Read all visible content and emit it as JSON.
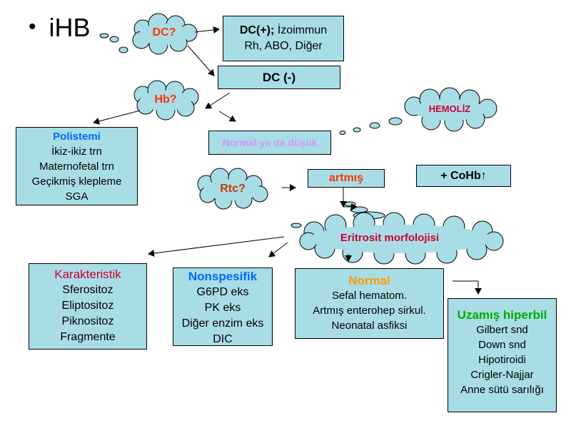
{
  "heading": {
    "bullet": "•",
    "text": "iHB"
  },
  "clouds": {
    "dc": "DC?",
    "hb": "Hb?",
    "rtc": "Rtc?",
    "hemoliz": "HEMOLİZ",
    "eritrosit": "Eritrosit morfolojisi"
  },
  "boxes": {
    "dc_pos": {
      "title": "DC(+);",
      "lines": [
        "İzoimmun",
        "Rh, ABO, Diğer"
      ]
    },
    "dc_neg": {
      "title": "DC (-)"
    },
    "polistemi": {
      "title": "Polistemi",
      "lines": [
        "İkiz-ikiz trn",
        "Maternofetal trn",
        "Geçikmiş klepleme",
        "SGA"
      ]
    },
    "normal_dusuk": {
      "title": "Normal ya da düşük"
    },
    "artmis": {
      "title": "artmış"
    },
    "cohb": {
      "title": "+ CoHb↑"
    },
    "karakteristik": {
      "title": "Karakteristik",
      "lines": [
        "Sferositoz",
        "Eliptositoz",
        "Piknositoz",
        "Fragmente"
      ]
    },
    "nonspesifik": {
      "title": "Nonspesifik",
      "lines": [
        "G6PD eks",
        "PK eks",
        "Diğer enzim eks",
        "DIC"
      ]
    },
    "normal": {
      "title": "Normal",
      "lines": [
        "Sefal hematom.",
        "Artmış enterohep sirkul.",
        "Neonatal asfiksi"
      ]
    },
    "uzamis": {
      "title": "Uzamış hiperbil",
      "lines": [
        "Gilbert snd",
        "Down snd",
        "Hipotiroidi",
        "Crigler-Najjar",
        "Anne sütü sarılığı"
      ]
    }
  },
  "colors": {
    "box_fill": "#a9dde6",
    "cloud_fill": "#a9dde6",
    "red": "#ff3300",
    "crimson": "#cc0033",
    "blue": "#0066ff",
    "orange": "#ff9900",
    "green": "#00aa00",
    "lavender": "#cc99ff",
    "dark_red": "#cc3300"
  }
}
